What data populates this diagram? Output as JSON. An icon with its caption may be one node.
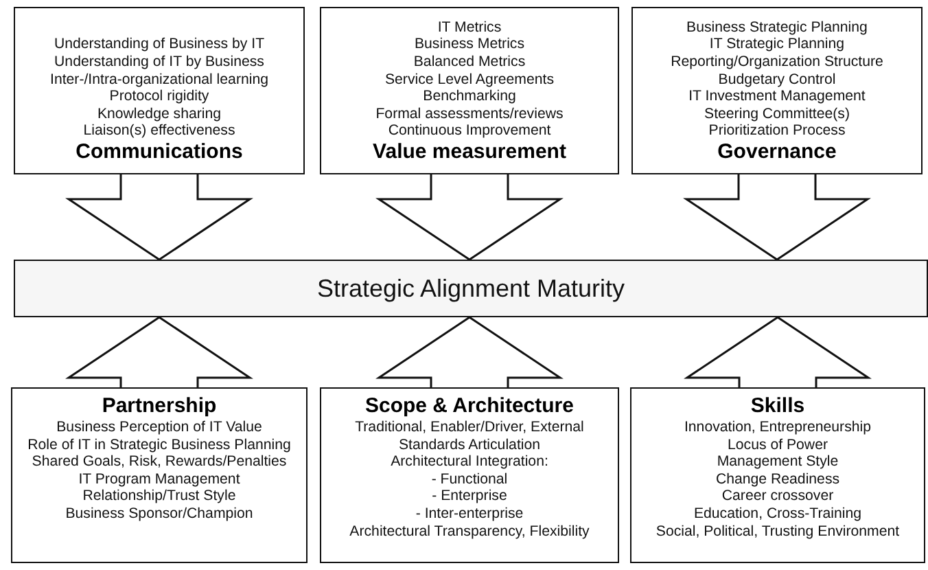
{
  "diagram": {
    "nodes": [
      {
        "text": [
          "Understanding of Business by IT",
          "Understanding of IT by Business",
          "Inter-/Intra-organizational learning",
          "Protocol rigidity",
          "Knowledge sharing",
          "Liaison(s) effectiveness",
          "Communications"
        ]
      },
      {
        "text": [
          "IT Metrics",
          "Business Metrics",
          "Balanced Metrics",
          "Service Level Agreements",
          "Benchmarking",
          "Formal assessments/reviews",
          "Continuous Improvement",
          "Value measurement"
        ]
      },
      {
        "text": [
          "Business Strategic Planning",
          "IT Strategic Planning",
          "Reporting/Organization Structure",
          "Budgetary Control",
          "IT Investment Management",
          "Steering Committee(s)",
          "Prioritization Process",
          "Governance"
        ]
      },
      {
        "text": [
          "Strategic Alignment Maturity"
        ]
      },
      {
        "text": [
          "Partnership",
          "Business Perception of IT Value",
          "Role of IT in Strategic Business Planning",
          "Shared Goals, Risk, Rewards/Penalties",
          "IT Program Management",
          "Relationship/Trust Style",
          "Business Sponsor/Champion"
        ]
      },
      {
        "text": [
          "Scope & Architecture",
          "Traditional, Enabler/Driver, External",
          "Standards Articulation",
          "Architectural Integration:",
          "- Functional",
          "- Enterprise",
          "- Inter-enterprise",
          "Architectural Transparency, Flexibility"
        ]
      },
      {
        "text": [
          "Skills",
          "Innovation, Entrepreneurship",
          "Locus of Power",
          "Management Style",
          "Change Readiness",
          "Career crossover",
          "Education, Cross-Training",
          "Social, Political, Trusting Environment"
        ]
      }
    ],
    "edges": [
      {
        "from": 0,
        "to": 3,
        "arrow": "to"
      },
      {
        "from": 1,
        "to": 3,
        "arrow": "to"
      },
      {
        "from": 2,
        "to": 3,
        "arrow": "to"
      },
      {
        "from": 4,
        "to": 3,
        "arrow": "to"
      },
      {
        "from": 5,
        "to": 3,
        "arrow": "to"
      },
      {
        "from": 6,
        "to": 3,
        "arrow": "to"
      }
    ]
  }
}
